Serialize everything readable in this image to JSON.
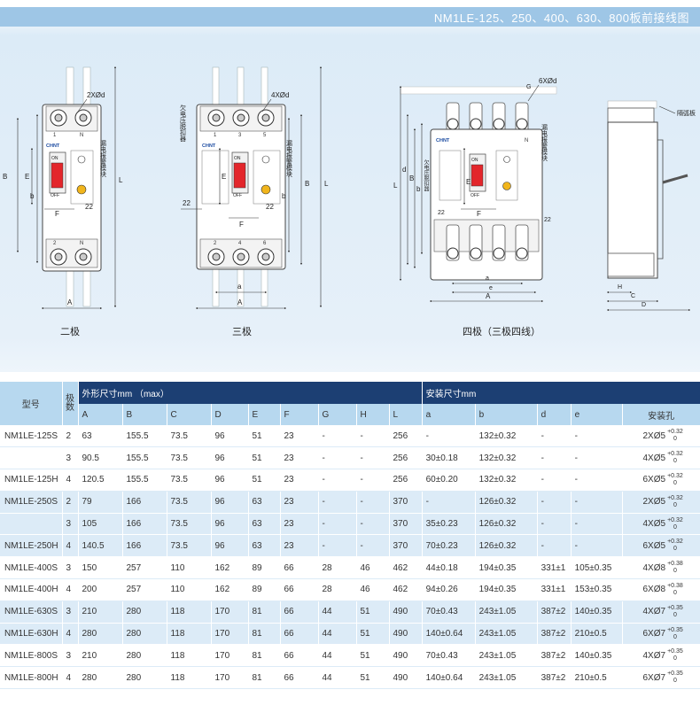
{
  "header": {
    "title": "NM1LE-125、250、400、630、800板前接线图"
  },
  "drawings": {
    "two_pole": {
      "caption": "二极",
      "hole_label": "2XØd",
      "brand": "CHNT",
      "module_label": "漏电报警模块",
      "on": "ON",
      "off": "OFF",
      "terminals_top": [
        "1",
        "N"
      ],
      "terminals_bottom": [
        "2",
        "N"
      ],
      "dims": [
        "B",
        "E",
        "b",
        "L",
        "F",
        "22",
        "A"
      ]
    },
    "three_pole": {
      "caption": "三极",
      "hole_label": "4XØd",
      "brand": "CHNT",
      "side_label_1": "欠电压脱扣器",
      "side_label_2": "漏电报警模块",
      "on": "ON",
      "off": "OFF",
      "terminals_top": [
        "1",
        "3",
        "5"
      ],
      "terminals_bottom": [
        "2",
        "4",
        "6"
      ],
      "dims": [
        "22",
        "E",
        "B",
        "L",
        "b",
        "F",
        "22",
        "a",
        "A"
      ]
    },
    "four_pole": {
      "caption": "四极（三极四线）",
      "hole_label": "6XØd",
      "brand": "CHNT",
      "side_label_1": "欠电压脱扣器",
      "side_label_2": "漏电报警模块",
      "on": "ON",
      "off": "OFF",
      "mark_n": "N",
      "mark_g": "G",
      "dims": [
        "L",
        "d",
        "B",
        "b",
        "E",
        "22",
        "F",
        "22",
        "a",
        "e",
        "A"
      ]
    },
    "side_view": {
      "label": "隔弧板",
      "dims": [
        "H",
        "C",
        "D"
      ]
    }
  },
  "table": {
    "header_model": "型号",
    "header_poles": "极数",
    "header_outline": "外形尺寸mm （max）",
    "header_install": "安装尺寸mm",
    "outline_cols": [
      "A",
      "B",
      "C",
      "D",
      "E",
      "F",
      "G",
      "H",
      "L"
    ],
    "install_cols": [
      "a",
      "b",
      "d",
      "e",
      "安装孔"
    ],
    "groups": [
      {
        "models": [
          "NM1LE-125S",
          "NM1LE-125H"
        ],
        "rows": [
          {
            "poles": "2",
            "A": "63",
            "B": "155.5",
            "C": "73.5",
            "D": "96",
            "E": "51",
            "F": "23",
            "G": "-",
            "H": "-",
            "L": "256",
            "a": "-",
            "b": "132±0.32",
            "d": "-",
            "e": "-",
            "hole": "2XØ5",
            "tol_up": "+0.32",
            "tol_low": "0"
          },
          {
            "poles": "3",
            "A": "90.5",
            "B": "155.5",
            "C": "73.5",
            "D": "96",
            "E": "51",
            "F": "23",
            "G": "-",
            "H": "-",
            "L": "256",
            "a": "30±0.18",
            "b": "132±0.32",
            "d": "-",
            "e": "-",
            "hole": "4XØ5",
            "tol_up": "+0.32",
            "tol_low": "0"
          },
          {
            "poles": "4",
            "A": "120.5",
            "B": "155.5",
            "C": "73.5",
            "D": "96",
            "E": "51",
            "F": "23",
            "G": "-",
            "H": "-",
            "L": "256",
            "a": "60±0.20",
            "b": "132±0.32",
            "d": "-",
            "e": "-",
            "hole": "6XØ5",
            "tol_up": "+0.32",
            "tol_low": "0"
          }
        ]
      },
      {
        "models": [
          "NM1LE-250S",
          "NM1LE-250H"
        ],
        "rows": [
          {
            "poles": "2",
            "A": "79",
            "B": "166",
            "C": "73.5",
            "D": "96",
            "E": "63",
            "F": "23",
            "G": "-",
            "H": "-",
            "L": "370",
            "a": "-",
            "b": "126±0.32",
            "d": "-",
            "e": "-",
            "hole": "2XØ5",
            "tol_up": "+0.32",
            "tol_low": "0"
          },
          {
            "poles": "3",
            "A": "105",
            "B": "166",
            "C": "73.5",
            "D": "96",
            "E": "63",
            "F": "23",
            "G": "-",
            "H": "-",
            "L": "370",
            "a": "35±0.23",
            "b": "126±0.32",
            "d": "-",
            "e": "-",
            "hole": "4XØ5",
            "tol_up": "+0.32",
            "tol_low": "0"
          },
          {
            "poles": "4",
            "A": "140.5",
            "B": "166",
            "C": "73.5",
            "D": "96",
            "E": "63",
            "F": "23",
            "G": "-",
            "H": "-",
            "L": "370",
            "a": "70±0.23",
            "b": "126±0.32",
            "d": "-",
            "e": "-",
            "hole": "6XØ5",
            "tol_up": "+0.32",
            "tol_low": "0"
          }
        ]
      },
      {
        "models": [
          "NM1LE-400S",
          "NM1LE-400H"
        ],
        "rows": [
          {
            "poles": "3",
            "A": "150",
            "B": "257",
            "C": "110",
            "D": "162",
            "E": "89",
            "F": "66",
            "G": "28",
            "H": "46",
            "L": "462",
            "a": "44±0.18",
            "b": "194±0.35",
            "d": "331±1",
            "e": "105±0.35",
            "hole": "4XØ8",
            "tol_up": "+0.38",
            "tol_low": "0"
          },
          {
            "poles": "4",
            "A": "200",
            "B": "257",
            "C": "110",
            "D": "162",
            "E": "89",
            "F": "66",
            "G": "28",
            "H": "46",
            "L": "462",
            "a": "94±0.26",
            "b": "194±0.35",
            "d": "331±1",
            "e": "153±0.35",
            "hole": "6XØ8",
            "tol_up": "+0.38",
            "tol_low": "0"
          }
        ]
      },
      {
        "models": [
          "NM1LE-630S",
          "NM1LE-630H"
        ],
        "rows": [
          {
            "poles": "3",
            "A": "210",
            "B": "280",
            "C": "118",
            "D": "170",
            "E": "81",
            "F": "66",
            "G": "44",
            "H": "51",
            "L": "490",
            "a": "70±0.43",
            "b": "243±1.05",
            "d": "387±2",
            "e": "140±0.35",
            "hole": "4XØ7",
            "tol_up": "+0.35",
            "tol_low": "0"
          },
          {
            "poles": "4",
            "A": "280",
            "B": "280",
            "C": "118",
            "D": "170",
            "E": "81",
            "F": "66",
            "G": "44",
            "H": "51",
            "L": "490",
            "a": "140±0.64",
            "b": "243±1.05",
            "d": "387±2",
            "e": "210±0.5",
            "hole": "6XØ7",
            "tol_up": "+0.35",
            "tol_low": "0"
          }
        ]
      },
      {
        "models": [
          "NM1LE-800S",
          "NM1LE-800H"
        ],
        "rows": [
          {
            "poles": "3",
            "A": "210",
            "B": "280",
            "C": "118",
            "D": "170",
            "E": "81",
            "F": "66",
            "G": "44",
            "H": "51",
            "L": "490",
            "a": "70±0.43",
            "b": "243±1.05",
            "d": "387±2",
            "e": "140±0.35",
            "hole": "4XØ7",
            "tol_up": "+0.35",
            "tol_low": "0"
          },
          {
            "poles": "4",
            "A": "280",
            "B": "280",
            "C": "118",
            "D": "170",
            "E": "81",
            "F": "66",
            "G": "44",
            "H": "51",
            "L": "490",
            "a": "140±0.64",
            "b": "243±1.05",
            "d": "387±2",
            "e": "210±0.5",
            "hole": "6XØ7",
            "tol_up": "+0.35",
            "tol_low": "0"
          }
        ]
      }
    ]
  }
}
